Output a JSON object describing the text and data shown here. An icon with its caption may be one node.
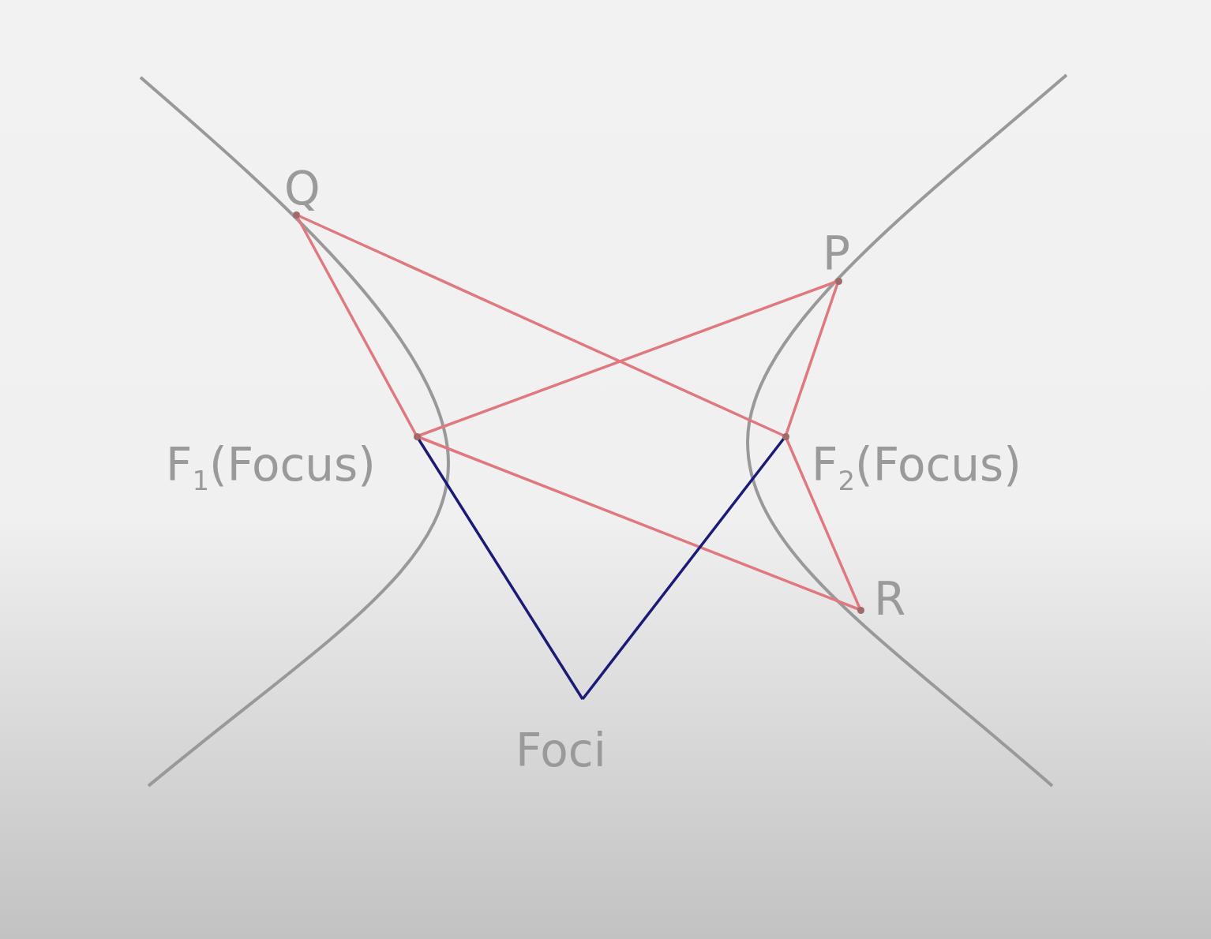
{
  "diagram": {
    "nodes": [
      {
        "text": [
          "Q"
        ]
      },
      {
        "text": [
          "P"
        ]
      },
      {
        "text": [
          "F$_{1}$(Focus)"
        ]
      },
      {
        "text": [
          "F$_{2}$(Focus)"
        ]
      },
      {
        "text": [
          "R"
        ]
      },
      {
        "text": [
          "Foci"
        ]
      }
    ],
    "edges": [
      {
        "from": 0,
        "to": 2,
        "arrow": "none"
      },
      {
        "from": 0,
        "to": 3,
        "arrow": "none"
      },
      {
        "from": 1,
        "to": 2,
        "arrow": "none"
      },
      {
        "from": 1,
        "to": 3,
        "arrow": "none"
      },
      {
        "from": 4,
        "to": 2,
        "arrow": "none"
      },
      {
        "from": 4,
        "to": 3,
        "arrow": "none"
      },
      {
        "from": 5,
        "to": 2,
        "arrow": "none",
        "color": "#1c1a78"
      },
      {
        "from": 5,
        "to": 3,
        "arrow": "none",
        "color": "#1c1a78"
      }
    ]
  }
}
